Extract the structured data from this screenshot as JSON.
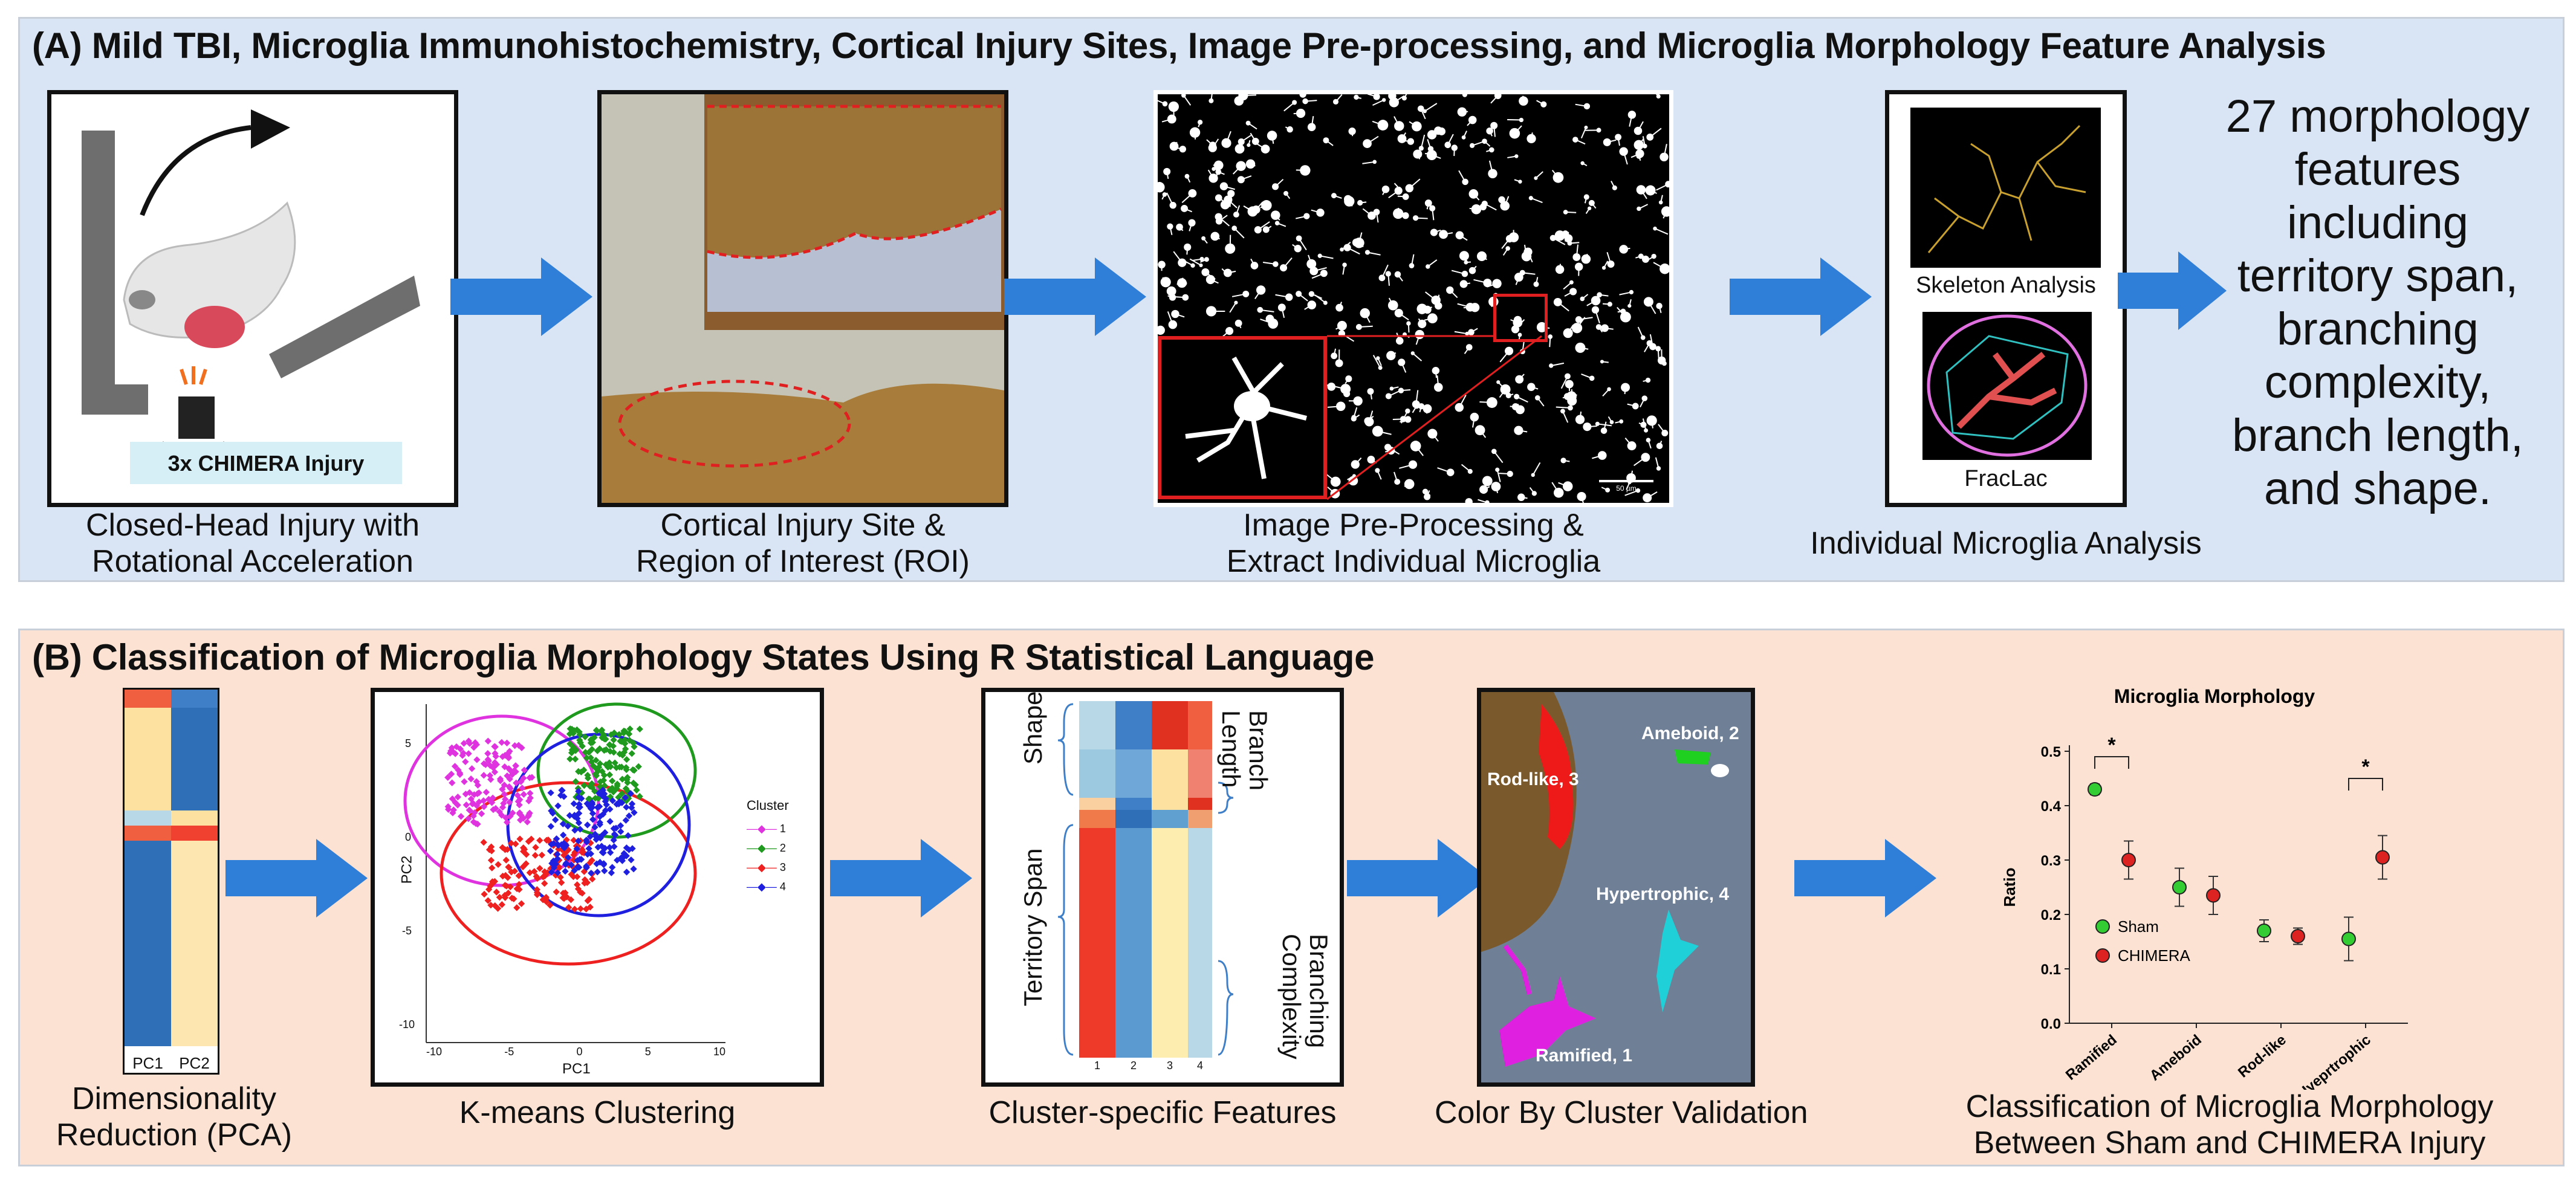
{
  "panel_a": {
    "title": "(A) Mild TBI, Microglia Immunohistochemistry, Cortical Injury Sites, Image Pre-processing, and Microglia Morphology Feature Analysis",
    "injury_label": "3x CHIMERA Injury",
    "cap1": [
      "Closed-Head Injury with",
      "Rotational Acceleration"
    ],
    "cap2": [
      "Cortical Injury Site &",
      "Region of Interest (ROI)"
    ],
    "cap3": [
      "Image Pre-Processing &",
      "Extract Individual Microglia"
    ],
    "skeleton_label": "Skeleton Analysis",
    "fraclac_label": "FracLac",
    "cap4": "Individual Microglia Analysis",
    "scalebar_label": "50 µm",
    "features_text": [
      "27 morphology",
      "features",
      "including",
      "territory span,",
      "branching",
      "complexity,",
      "branch length,",
      "and shape."
    ]
  },
  "panel_b": {
    "title": "(B) Classification of Microglia Morphology States Using R Statistical Language",
    "pca_cols": [
      "PC1",
      "PC2"
    ],
    "cap_pca": [
      "Dimensionality",
      "Reduction (PCA)"
    ],
    "scatter": {
      "xlabel": "PC1",
      "ylabel": "PC2",
      "xticks": [
        "-10",
        "-5",
        "0",
        "5",
        "10"
      ],
      "yticks": [
        "5",
        "0",
        "-5",
        "-10"
      ],
      "legend_title": "Cluster",
      "legend": [
        "1",
        "2",
        "3",
        "4"
      ],
      "colors": [
        "#e033e0",
        "#1f9a1f",
        "#ee2020",
        "#1f1fe0"
      ]
    },
    "cap_kmeans": "K-means Clustering",
    "heatmap": {
      "labels": [
        "Shape",
        "Territory Span",
        "Branch",
        "Length",
        "Branching",
        "Complexity"
      ],
      "cols": [
        "1",
        "2",
        "3",
        "4"
      ]
    },
    "cap_heat": "Cluster-specific Features",
    "validation_labels": [
      "Ameboid, 2",
      "Rod-like, 3",
      "Hypertrophic, 4",
      "Ramified, 1"
    ],
    "cap_color": "Color By Cluster Validation",
    "chart_caption": [
      "Classification of Microglia Morphology",
      "Between Sham and CHIMERA Injury"
    ]
  },
  "chart_data": {
    "type": "scatter",
    "title": "Microglia Morphology",
    "ylabel": "Ratio",
    "ylim": [
      0,
      0.5
    ],
    "yticks": [
      "0.0",
      "0.1",
      "0.2",
      "0.3",
      "0.4",
      "0.5"
    ],
    "categories": [
      "Ramified",
      "Ameboid",
      "Rod-like",
      "Hyeprtrophic"
    ],
    "series": [
      {
        "name": "Sham",
        "color": "#33cc33",
        "values": [
          0.43,
          0.25,
          0.17,
          0.155
        ],
        "err": [
          0.01,
          0.035,
          0.02,
          0.04
        ]
      },
      {
        "name": "CHIMERA",
        "color": "#dd2222",
        "values": [
          0.3,
          0.235,
          0.16,
          0.305
        ],
        "err": [
          0.035,
          0.035,
          0.015,
          0.04
        ]
      }
    ],
    "significance": [
      "*",
      "*"
    ],
    "legend_position": "left"
  }
}
